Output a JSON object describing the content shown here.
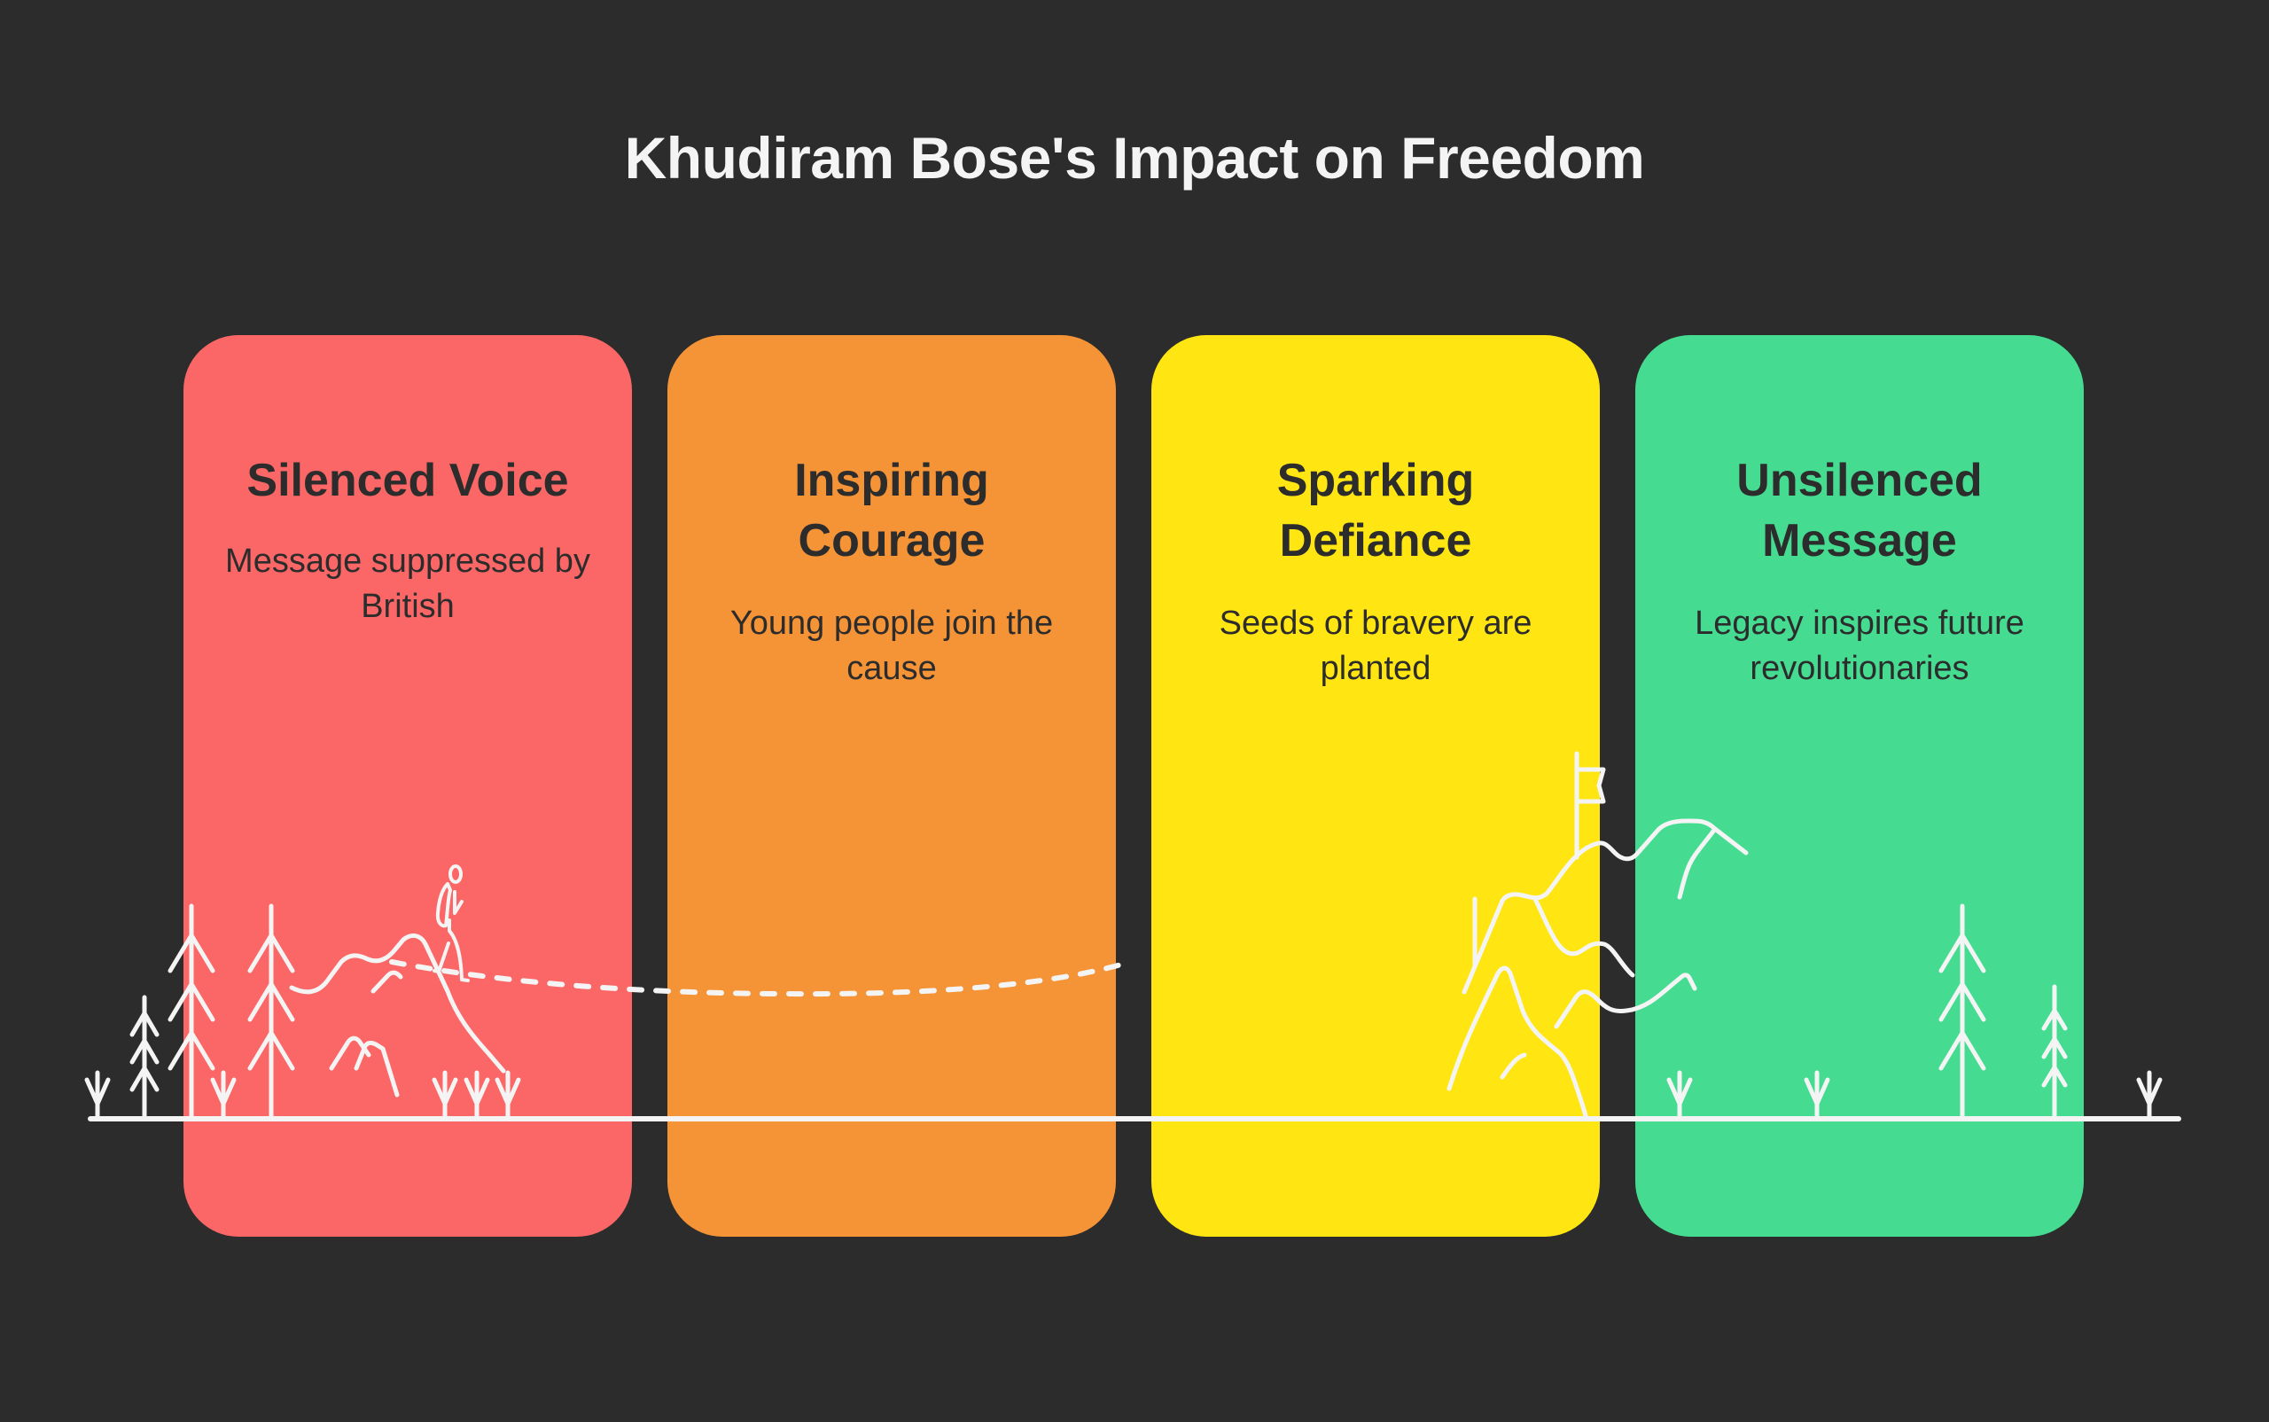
{
  "title": "Khudiram Bose's Impact on Freedom",
  "colors": {
    "background": "#2c2c2c",
    "text_dark": "#2c2c2c",
    "line_art": "#f4f4f4"
  },
  "stages": [
    {
      "heading_lines": [
        "Silenced Voice"
      ],
      "description": "Message suppressed by British",
      "color": "#fb6766"
    },
    {
      "heading_lines": [
        "Inspiring",
        "Courage"
      ],
      "description": "Young people join the cause",
      "color": "#f59337"
    },
    {
      "heading_lines": [
        "Sparking",
        "Defiance"
      ],
      "description": "Seeds of bravery are planted",
      "color": "#ffe612"
    },
    {
      "heading_lines": [
        "Unsilenced",
        "Message"
      ],
      "description": "Legacy inspires future revolutionaries",
      "color": "#45dc92"
    }
  ],
  "illustration": {
    "elements": [
      "ground-line",
      "trees",
      "grass-sprouts",
      "hills",
      "hiker",
      "dashed-path",
      "mountain",
      "summit-flag"
    ]
  }
}
